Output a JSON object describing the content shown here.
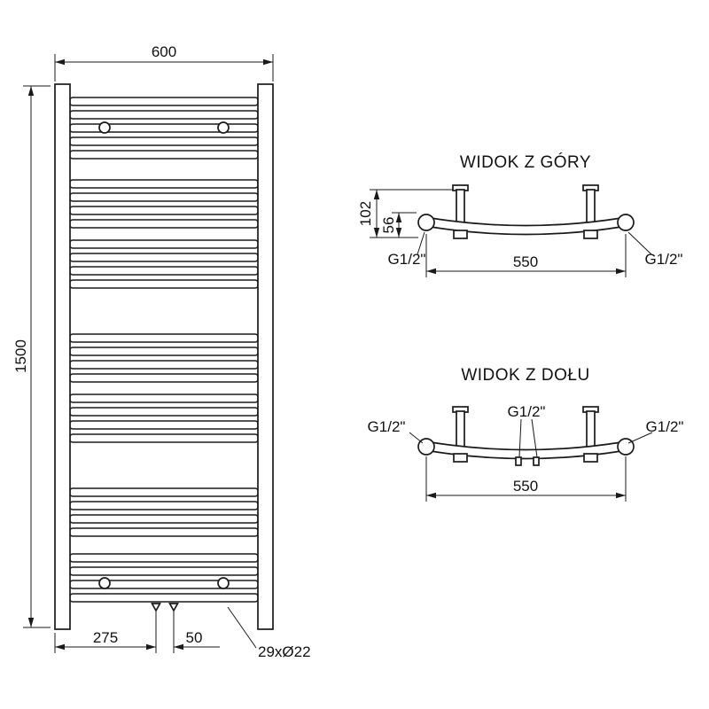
{
  "front_view": {
    "dim_width": "600",
    "dim_height": "1500",
    "dim_left_offset": "275",
    "dim_pipe_spacing": "50",
    "tube_spec": "29xØ22"
  },
  "top_view": {
    "title": "WIDOK Z GÓRY",
    "dim_depth_total": "102",
    "dim_depth_tube": "56",
    "dim_span": "550",
    "thread_left": "G1/2\"",
    "thread_right": "G1/2\""
  },
  "bottom_view": {
    "title": "WIDOK Z DOŁU",
    "thread_left": "G1/2\"",
    "thread_center": "G1/2\"",
    "thread_right": "G1/2\"",
    "dim_span": "550"
  }
}
